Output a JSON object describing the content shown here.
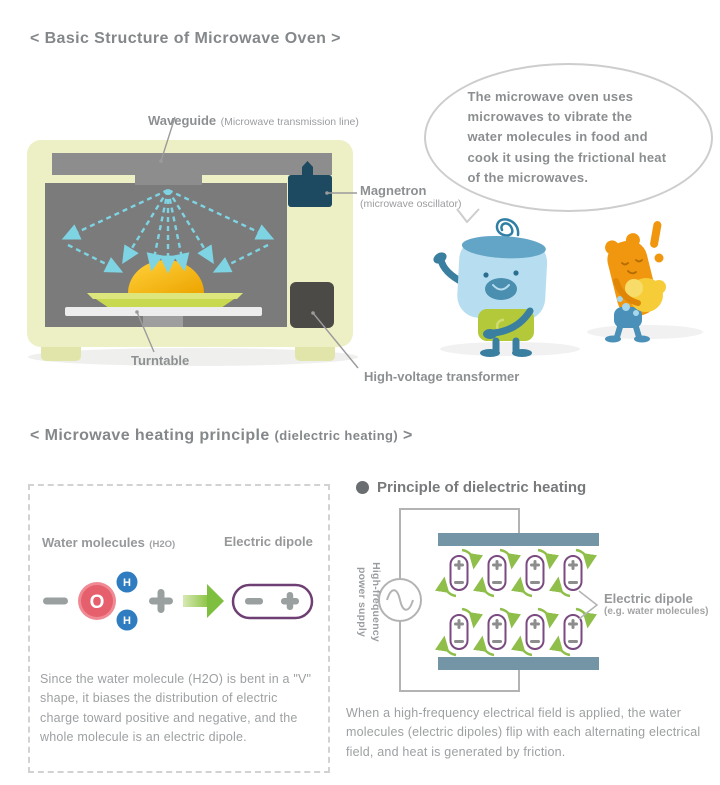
{
  "palette": {
    "heading_gray": "#84888a",
    "label_gray": "#8d9092",
    "body_text_gray": "#9da0a2",
    "oven_body": "#edefc4",
    "oven_cavity": "#7b7b7b",
    "waveguide_gray": "#8d8d8d",
    "magnetron_teal": "#1d4a60",
    "transformer_dark": "#4b4a47",
    "microwave_cyan": "#7fd4e4",
    "food_yellow": "#f6bb00",
    "plate_green": "#c9d94f",
    "mascot_light_blue": "#b7def0",
    "mascot_teal": "#3a7fa0",
    "mascot_lime": "#b3c93a",
    "mascot_orange": "#f0960f",
    "oxygen_red": "#e5606c",
    "hydrogen_blue": "#2f7dc0",
    "dipole_purple": "#6e3f72",
    "green_arrow": "#7fbf3f",
    "capacitor_plate": "#7495a6"
  },
  "section1": {
    "title": "< Basic Structure of Microwave Oven >",
    "speech_bubble": "The microwave oven uses microwaves to vibrate the water molecules in food and cook it using the frictional heat of the microwaves.",
    "labels": {
      "waveguide": "Waveguide",
      "waveguide_sub": "(Microwave transmission line)",
      "magnetron": "Magnetron",
      "magnetron_sub": "(microwave oscillator)",
      "turntable": "Turntable",
      "transformer": "High-voltage transformer"
    }
  },
  "section2": {
    "title_main": "< Microwave heating principle",
    "title_paren": "(dielectric heating)",
    "title_close": ">",
    "left_panel": {
      "water_label": "Water molecules",
      "water_sub": "(H2O)",
      "dipole_label": "Electric dipole",
      "atom_o": "O",
      "atom_h": "H",
      "description": "Since the water molecule (H2O) is bent in a \"V\" shape, it biases the distribution of electric charge toward positive and negative, and the whole molecule is an electric dipole."
    },
    "right_panel": {
      "heading": "Principle of dielectric heating",
      "supply_line1": "High-frequency",
      "supply_line2": "power supply",
      "dipole_label": "Electric dipole",
      "dipole_sub": "(e.g. water molecules)",
      "description": "When a high-frequency electrical field is applied, the water molecules (electric dipoles) flip with each alternating electrical field, and heat is generated by friction."
    }
  }
}
